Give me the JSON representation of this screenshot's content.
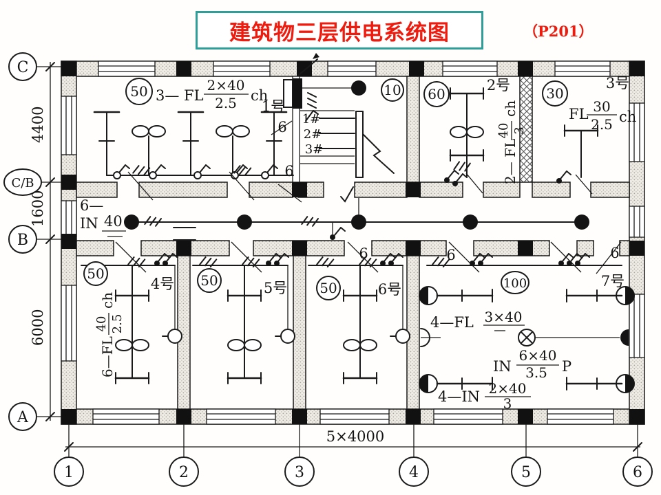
{
  "title": {
    "text": "建筑物三层供电系统图",
    "page_ref": "（P201）"
  },
  "colors": {
    "title_red": "#ed1c0f",
    "box_border": "#2f9e99",
    "ink": "#1a1a1a"
  },
  "axes": {
    "rows": [
      {
        "label": "C"
      },
      {
        "label": "C/B"
      },
      {
        "label": "B"
      },
      {
        "label": "A"
      }
    ],
    "cols": [
      {
        "label": "1"
      },
      {
        "label": "2"
      },
      {
        "label": "3"
      },
      {
        "label": "4"
      },
      {
        "label": "5"
      },
      {
        "label": "6"
      }
    ],
    "dims_left": [
      {
        "value": "4400"
      },
      {
        "value": "1600"
      },
      {
        "value": "6000"
      }
    ],
    "dim_bottom": "5×4000"
  },
  "labels": {
    "six": "6"
  },
  "risers": [
    {
      "id": "1#"
    },
    {
      "id": "2#"
    },
    {
      "id": "3#"
    }
  ],
  "corridor": {
    "count": "6—",
    "system": "IN",
    "size": "40"
  },
  "rooms": {
    "room1": {
      "load": "50",
      "circuit_prefix": "3— FL",
      "num": "2×40",
      "den": "2.5",
      "suffix": "ch",
      "name": "1号"
    },
    "stair": {
      "load": "10"
    },
    "room2": {
      "load": "60",
      "name": "2号",
      "circuit_prefix": "2— FL",
      "num": "40",
      "den": "3",
      "suffix": "ch"
    },
    "room3": {
      "load": "30",
      "name": "3号",
      "circuit_prefix": "FL",
      "num": "30",
      "den": "2.5",
      "suffix": "ch"
    },
    "room4": {
      "load": "50",
      "name": "4号",
      "circuit_prefix": "6—FL",
      "num": "40",
      "den": "2.5",
      "suffix": "ch"
    },
    "room5": {
      "load": "50",
      "name": "5号"
    },
    "room6": {
      "load": "50",
      "name": "6号"
    },
    "room7": {
      "load": "100",
      "name": "7号",
      "fl": {
        "prefix": "4—FL",
        "num": "3×40"
      },
      "inp": {
        "prefix": "IN",
        "num": "6×40",
        "den": "3.5",
        "suffix": "P"
      },
      "in2": {
        "prefix": "4—IN",
        "num": "2×40",
        "den": "3"
      }
    }
  }
}
